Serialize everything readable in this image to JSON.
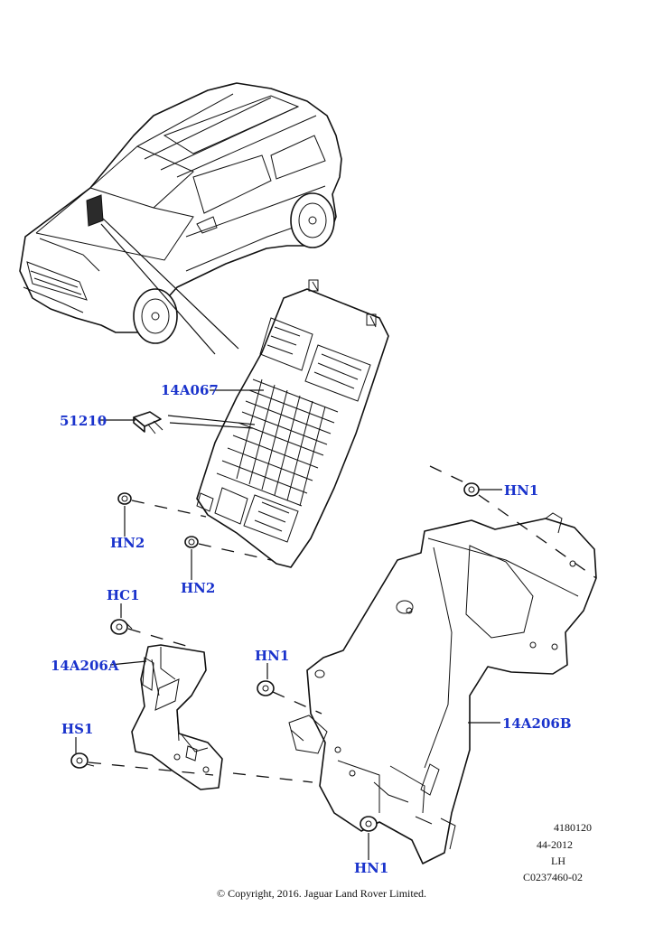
{
  "accent_color": "#1a33cc",
  "callouts": {
    "c14a067": "14A067",
    "c51210": "51210",
    "hn1_top": "HN1",
    "hn2_left": "HN2",
    "hn2_mid": "HN2",
    "hc1": "HC1",
    "c14a206a": "14A206A",
    "hn1_mid": "HN1",
    "hs1": "HS1",
    "c14a206b": "14A206B",
    "hn1_bottom": "HN1"
  },
  "reference": {
    "line1": "4180120",
    "line2": "44-2012",
    "line3": "LH",
    "line4": "C0237460-02"
  },
  "footer": {
    "copyright": "© Copyright, 2016. Jaguar Land Rover Limited."
  }
}
